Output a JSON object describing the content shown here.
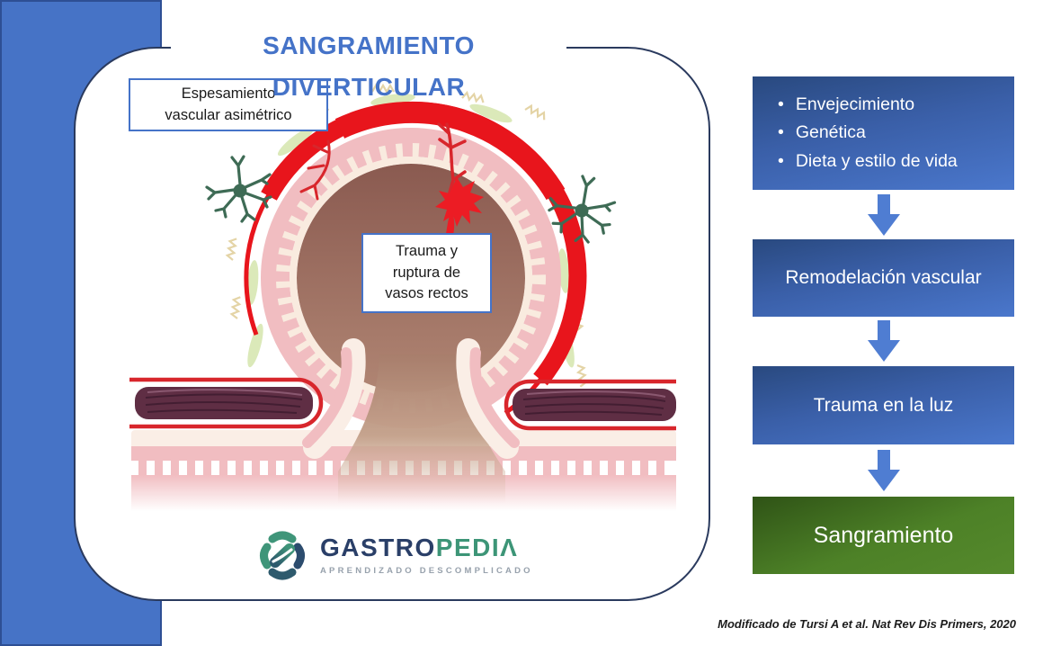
{
  "title": "SANGRAMIENTO DIVERTICULAR",
  "illustration": {
    "thickening_label": {
      "line1": "Espesamiento",
      "line2": "vascular asimétrico"
    },
    "trauma_label": {
      "line1": "Trauma y",
      "line2": "ruptura de",
      "line3": "vasos rectos"
    }
  },
  "logo": {
    "brand_primary": "GASTRO",
    "brand_secondary": "PEDIΛ",
    "tagline": "APRENDIZADO DESCOMPLICADO"
  },
  "flowchart": {
    "boxes": [
      {
        "type": "list",
        "items": [
          "Envejecimiento",
          "Genética",
          "Dieta y estilo de vida"
        ]
      },
      {
        "type": "step",
        "label": "Remodelación vascular"
      },
      {
        "type": "step",
        "label": "Trauma en la luz"
      },
      {
        "type": "outcome",
        "label": "Sangramiento"
      }
    ]
  },
  "citation": "Modificado de Tursi A et al. Nat Rev Dis Primers, 2020",
  "colors": {
    "accent_blue": "#4573C8",
    "background_blue": "#4673C6",
    "flow_box_dark": "#29497F",
    "flow_box_light": "#4A77CC",
    "outcome_green_dark": "#2F5316",
    "outcome_green_light": "#55892C",
    "vessel_red": "#E8151C",
    "mucosa_pink": "#F1BDC1",
    "lumen_brown": "#8A5A50",
    "muscle_maroon": "#5F2E44",
    "neuron_green": "#3E6B55",
    "logo_navy": "#2A3F68",
    "logo_green": "#3D9577"
  }
}
